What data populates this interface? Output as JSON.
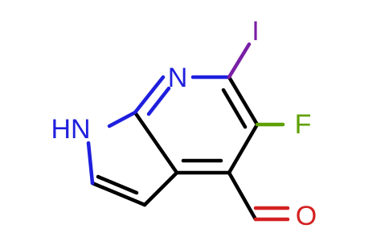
{
  "molecule": {
    "atoms": {
      "nh": "HN",
      "n": "N",
      "i": "I",
      "f": "F",
      "o": "O"
    },
    "colors": {
      "carbon": "#000000",
      "nitrogen": "#1f1fde",
      "iodine": "#7a1fa6",
      "fluorine": "#5fa000",
      "oxygen": "#d42020"
    }
  }
}
